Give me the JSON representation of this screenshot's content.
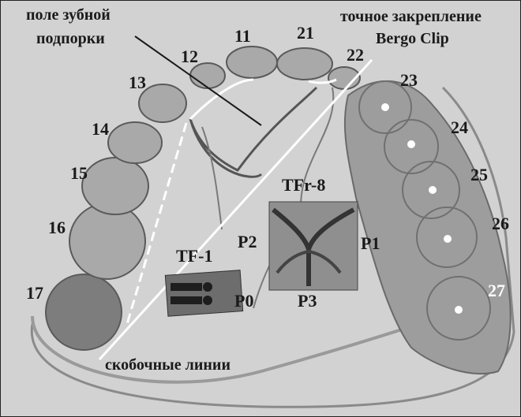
{
  "labels": {
    "abutment_field_line1": "поле зубной",
    "abutment_field_line2": "подпорки",
    "precise_fixation_line1": "точное закрепление",
    "precise_fixation_line2": "Bergo  Clip",
    "clasp_lines": "скобочные линии",
    "tfr8": "TFr-8",
    "tf1": "TF-1",
    "p0": "P0",
    "p1": "P1",
    "p2": "P2",
    "p3": "P3"
  },
  "teeth": {
    "t11": "11",
    "t12": "12",
    "t13": "13",
    "t14": "14",
    "t15": "15",
    "t16": "16",
    "t17": "17",
    "t21": "21",
    "t22": "22",
    "t23": "23",
    "t24": "24",
    "t25": "25",
    "t26": "26",
    "t27": "27"
  },
  "colors": {
    "background": "#d2d2d2",
    "tooth": "#a9a9a9",
    "tooth_outline": "#5a5a5a",
    "framework": "#6f6f6f",
    "text": "#1a1a1a",
    "clasp_line": "#ffffff"
  }
}
